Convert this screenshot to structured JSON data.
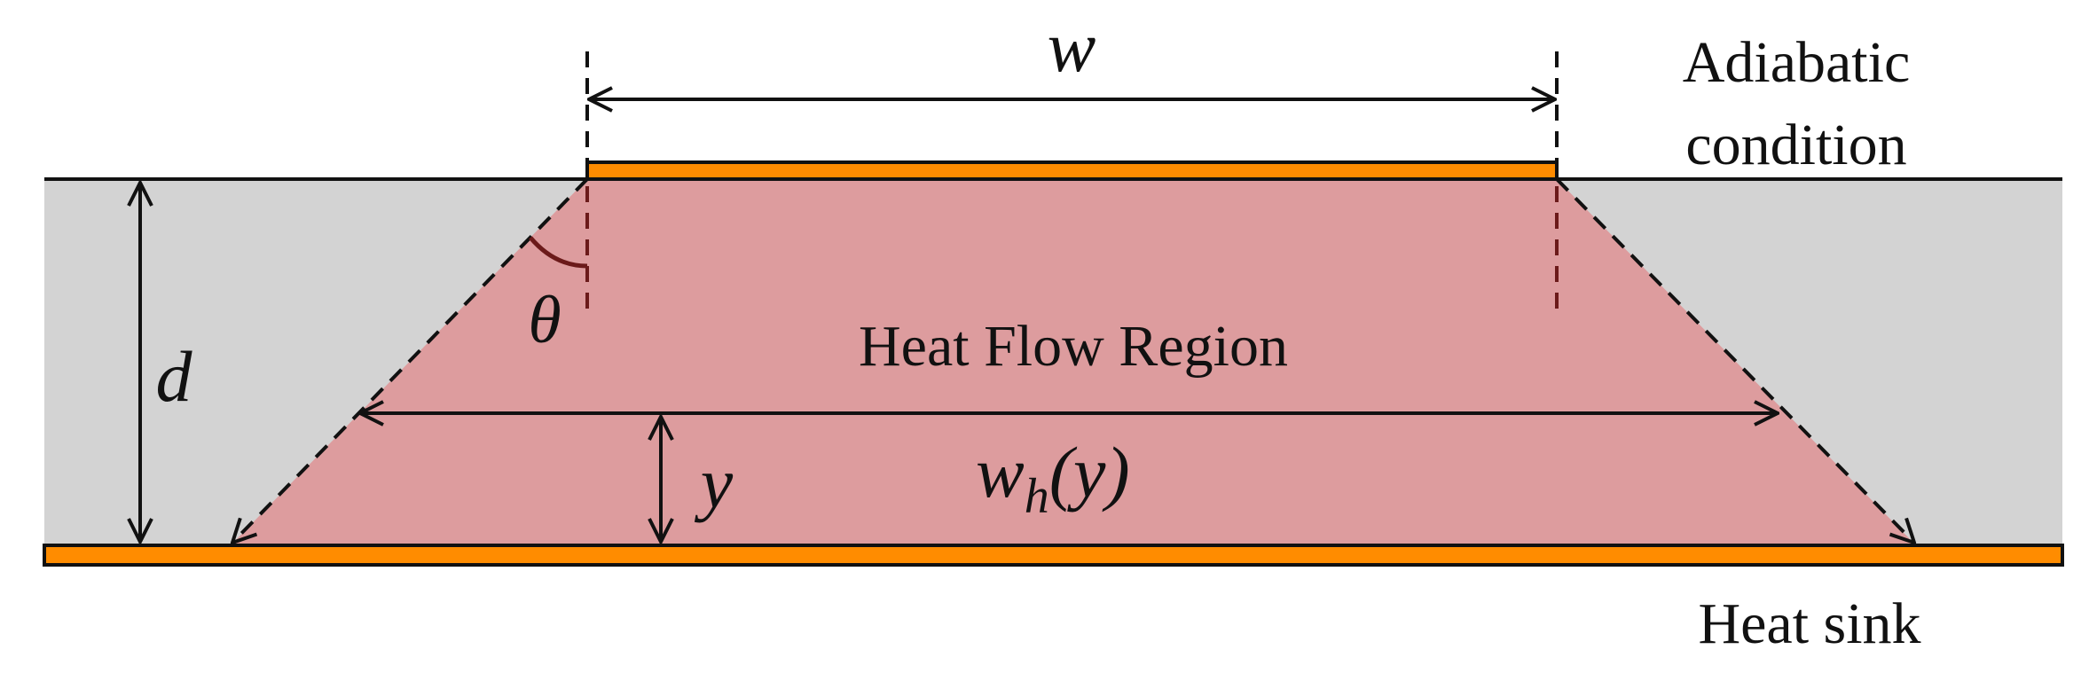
{
  "labels": {
    "width_symbol": "w",
    "adiabatic_line1": "Adiabatic",
    "adiabatic_line2": "condition",
    "depth_symbol": "d",
    "angle_symbol": "θ",
    "region_title": "Heat Flow Region",
    "height_symbol": "y",
    "heat_width_main": "w",
    "heat_width_sub": "h",
    "heat_width_arg": "(y)",
    "heat_sink": "Heat sink"
  },
  "colors": {
    "background": "#ffffff",
    "substrate": "#d3d3d3",
    "heat_region": "#dd9c9e",
    "heater": "#ff8c00",
    "heat_sink": "#ff8c00",
    "outline": "#111111",
    "dashed_guides": "#6b1a1a"
  }
}
